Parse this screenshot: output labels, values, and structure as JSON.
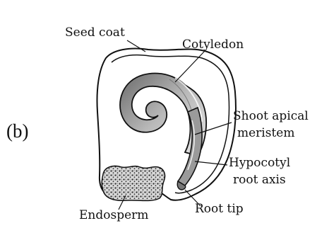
{
  "panel_label": "(b)",
  "labels": {
    "seed_coat": "Seed coat",
    "cotyledon": "Cotyledon",
    "shoot_apical_meristem_line1": "Shoot apical",
    "shoot_apical_meristem_line2": "meristem",
    "hypocotyl_line1": "Hypocotyl",
    "hypocotyl_line2": "root axis",
    "endosperm": "Endosperm",
    "root_tip": "Root tip"
  }
}
